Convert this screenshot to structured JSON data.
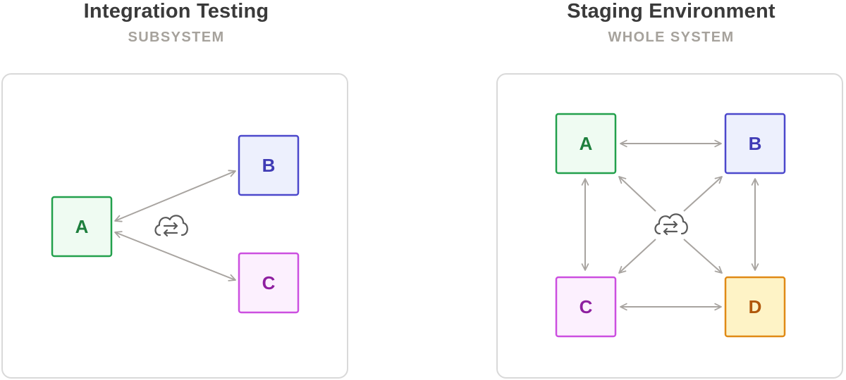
{
  "panels": [
    {
      "title": "Integration Testing",
      "subtitle": "SUBSYSTEM",
      "nodes": [
        {
          "label": "A"
        },
        {
          "label": "B"
        },
        {
          "label": "C"
        }
      ],
      "hub_icon": "cloud-sync-icon"
    },
    {
      "title": "Staging Environment",
      "subtitle": "WHOLE SYSTEM",
      "nodes": [
        {
          "label": "A"
        },
        {
          "label": "B"
        },
        {
          "label": "C"
        },
        {
          "label": "D"
        }
      ],
      "hub_icon": "cloud-sync-icon"
    }
  ],
  "colors": {
    "green_border": "#22a04c",
    "green_fill": "#effbf2",
    "green_text": "#1e7f3d",
    "blue_border": "#4c48cc",
    "blue_fill": "#edf0fd",
    "blue_text": "#3f3bb5",
    "purple_border": "#cc4fe0",
    "purple_fill": "#fcf0fe",
    "purple_text": "#8e1fa0",
    "orange_border": "#e08a16",
    "orange_fill": "#fef3c6",
    "orange_text": "#b0570b",
    "arrow": "#a8a4a0",
    "icon": "#5a5a5a"
  }
}
